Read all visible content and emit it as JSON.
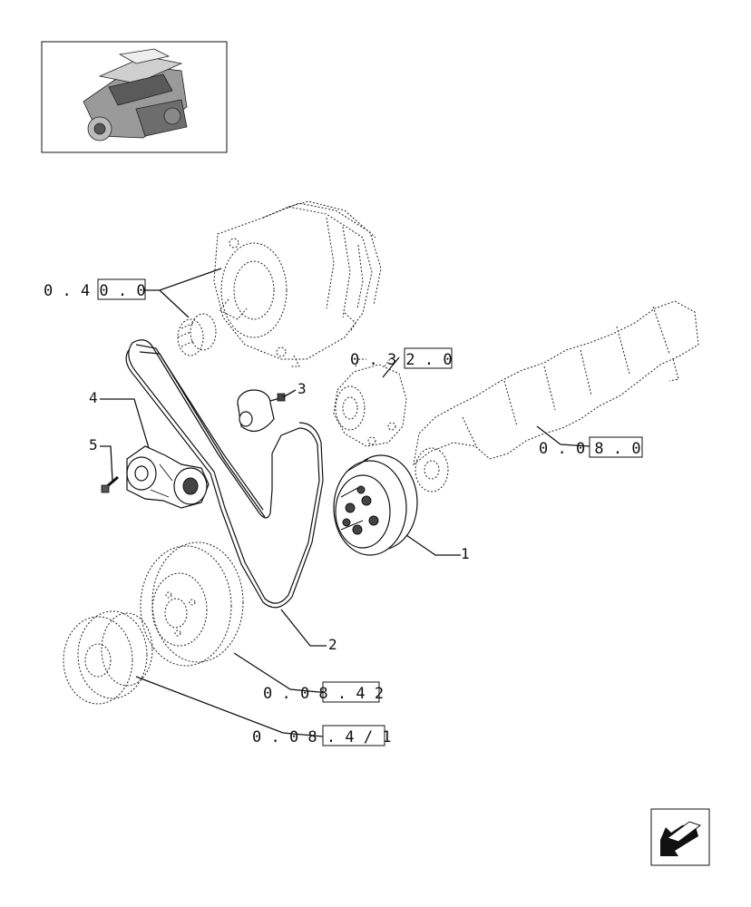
{
  "references": {
    "alternator": "0 . 4 0 . 0",
    "water_pump": "0 . 3 2 . 0",
    "crankshaft": "0 . 0 8 . 0",
    "damper_pulley": "0 . 0 8 . 4 2",
    "crank_pulley": "0 . 0 8 . 4 / 1"
  },
  "items": {
    "item1": "1",
    "item2": "2",
    "item3": "3",
    "item4": "4",
    "item5": "5"
  },
  "icons": {
    "thumbnail": "engine-thumbnail-icon",
    "nav": "previous-page-arrow-icon"
  }
}
